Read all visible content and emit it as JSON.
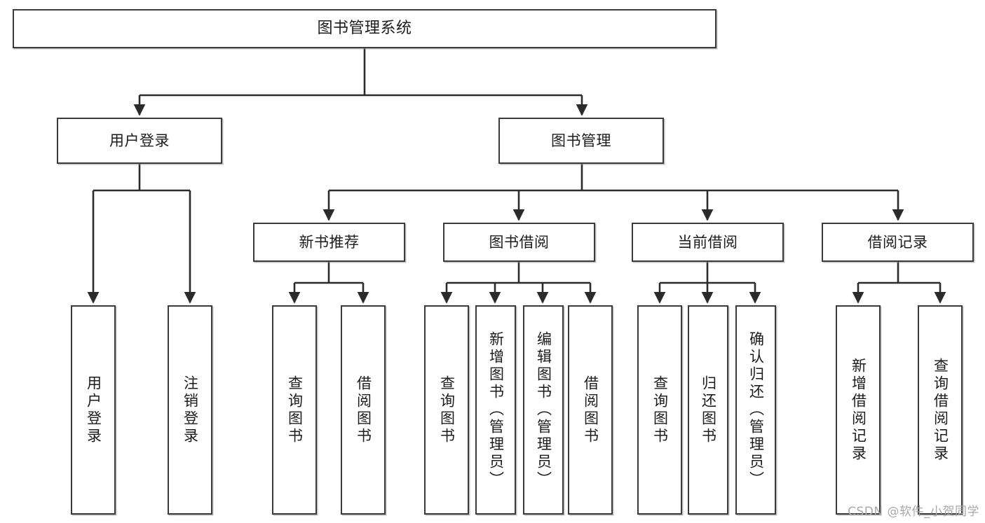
{
  "diagram": {
    "title": "图书管理系统",
    "type": "functional-structure-tree",
    "watermark": "CSDN @软件_小贺同学",
    "colors": {
      "box_border": "#3b3b3b",
      "box_fill": "#ffffff",
      "edge": "#2b2b2b",
      "text": "#1c1c1c",
      "watermark": "#a9a9a9",
      "background": "#ffffff"
    },
    "nodes": {
      "root": {
        "label": "图书管理系统"
      },
      "level2": [
        {
          "id": "user-login",
          "label": "用户登录"
        },
        {
          "id": "book-manage",
          "label": "图书管理"
        }
      ],
      "level3": [
        {
          "id": "new-book-recommend",
          "label": "新书推荐"
        },
        {
          "id": "book-borrow",
          "label": "图书借阅"
        },
        {
          "id": "current-borrow",
          "label": "当前借阅"
        },
        {
          "id": "borrow-record",
          "label": "借阅记录"
        }
      ],
      "leaves": [
        {
          "id": "leaf-user-login",
          "label": "用户登录",
          "parent": "user-login"
        },
        {
          "id": "leaf-user-logout",
          "label": "注销登录",
          "parent": "user-login"
        },
        {
          "id": "leaf-query-book-1",
          "label": "查询图书",
          "parent": "new-book-recommend"
        },
        {
          "id": "leaf-borrow-book-1",
          "label": "借阅图书",
          "parent": "new-book-recommend"
        },
        {
          "id": "leaf-query-book-2",
          "label": "查询图书",
          "parent": "book-borrow"
        },
        {
          "id": "leaf-add-book",
          "label": "新增图书（管理员）",
          "parent": "book-borrow"
        },
        {
          "id": "leaf-edit-book",
          "label": "编辑图书（管理员）",
          "parent": "book-borrow"
        },
        {
          "id": "leaf-borrow-book-2",
          "label": "借阅图书",
          "parent": "book-borrow"
        },
        {
          "id": "leaf-query-book-3",
          "label": "查询图书",
          "parent": "current-borrow"
        },
        {
          "id": "leaf-return-book",
          "label": "归还图书",
          "parent": "current-borrow"
        },
        {
          "id": "leaf-confirm-return",
          "label": "确认归还（管理员）",
          "parent": "current-borrow"
        },
        {
          "id": "leaf-add-record",
          "label": "新增借阅记录",
          "parent": "borrow-record"
        },
        {
          "id": "leaf-query-record",
          "label": "查询借阅记录",
          "parent": "borrow-record"
        }
      ]
    }
  }
}
